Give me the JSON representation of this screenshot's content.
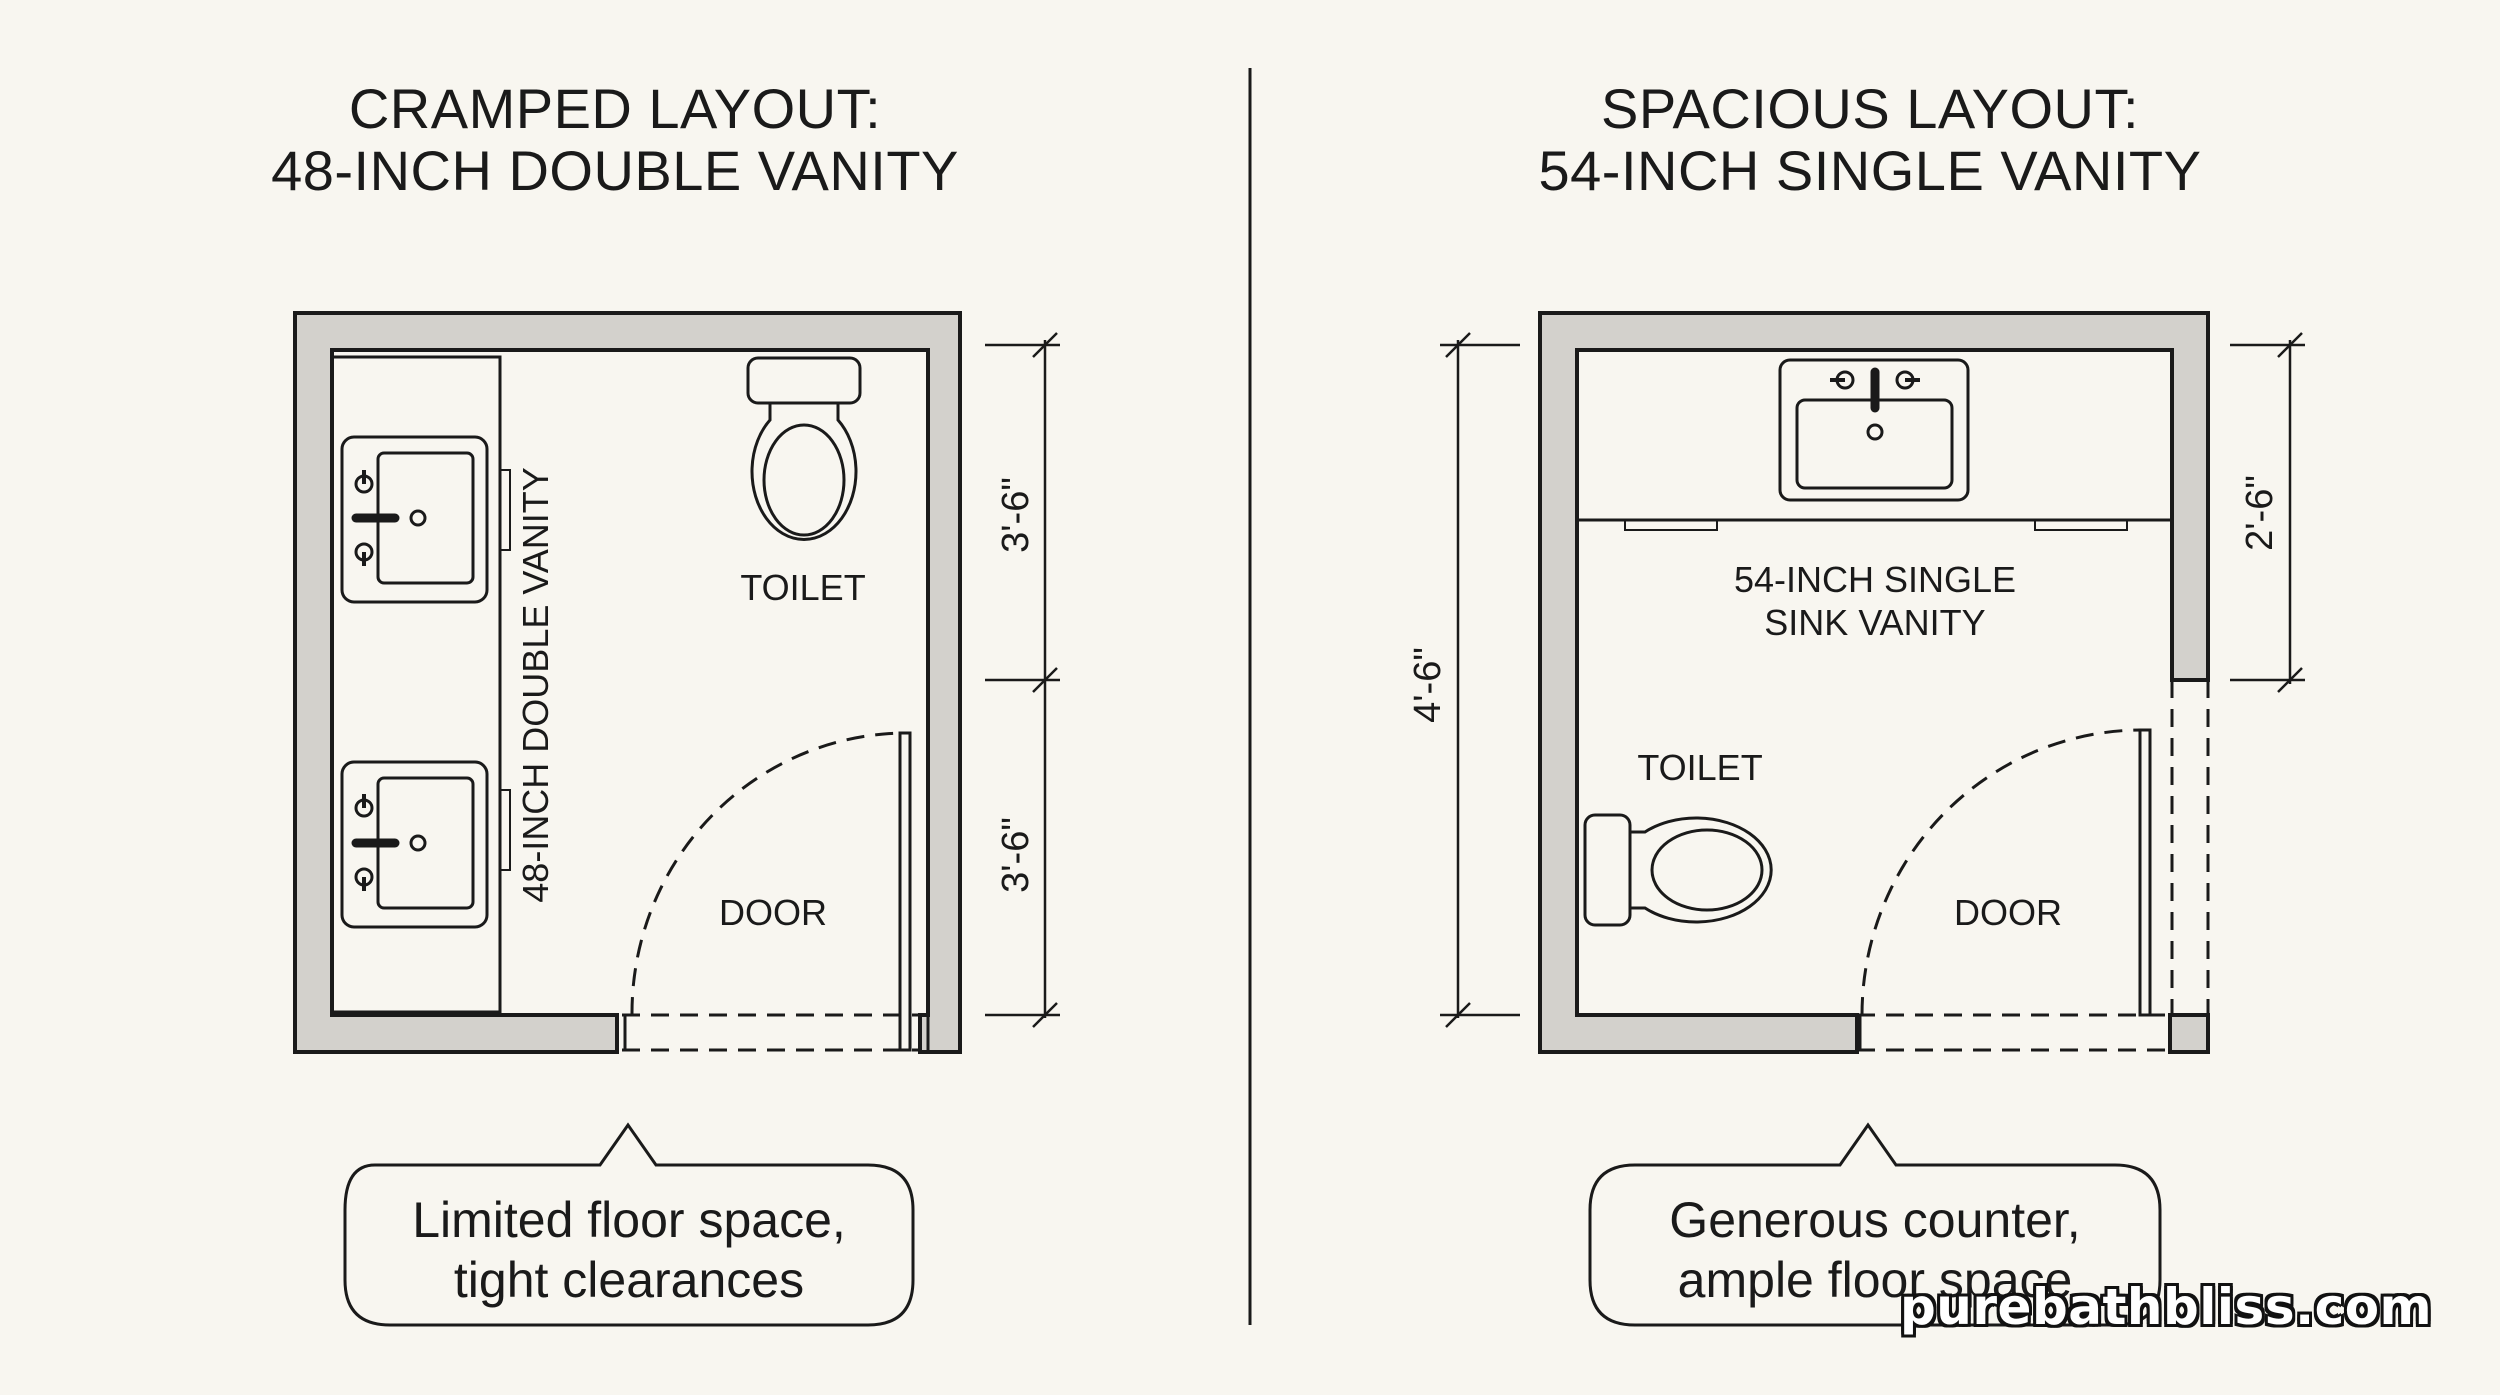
{
  "left": {
    "title_line1": "CRAMPED LAYOUT:",
    "title_line2": "48-INCH DOUBLE VANITY",
    "vanity_label": "48-INCH DOUBLE VANITY",
    "toilet_label": "TOILET",
    "door_label": "DOOR",
    "dim_upper": "3'-6\"",
    "dim_lower": "3'-6\"",
    "callout_line1": "Limited floor space,",
    "callout_line2": "tight clearances"
  },
  "right": {
    "title_line1": "SPACIOUS LAYOUT:",
    "title_line2": "54-INCH SINGLE VANITY",
    "vanity_label_line1": "54-INCH SINGLE",
    "vanity_label_line2": "SINK VANITY",
    "toilet_label": "TOILET",
    "door_label": "DOOR",
    "dim_left": "4'-6\"",
    "dim_right": "2'-6\"",
    "callout_line1": "Generous counter,",
    "callout_line2": "ample floor space"
  },
  "watermark": "purebathbliss.com",
  "colors": {
    "background": "#f8f6f0",
    "wall_fill": "#d3d1cc",
    "line": "#1a1a1a"
  }
}
